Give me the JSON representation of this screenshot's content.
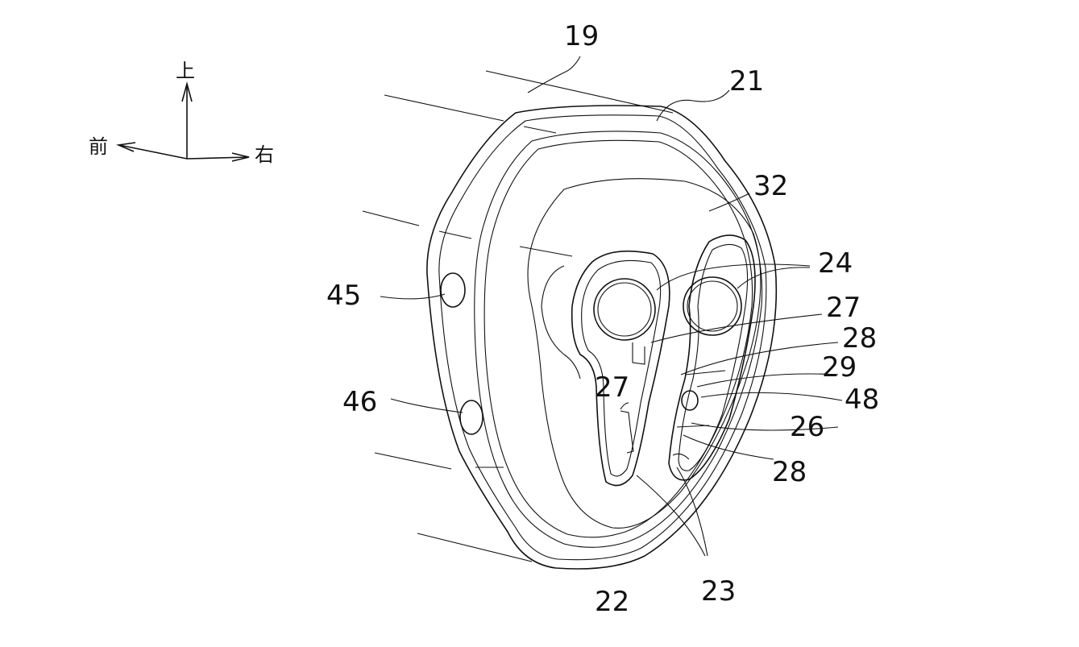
{
  "orientation": {
    "up": "上",
    "front": "前",
    "right": "右"
  },
  "reference_numerals": {
    "n19": "19",
    "n21": "21",
    "n32": "32",
    "n24": "24",
    "n27a": "27",
    "n28a": "28",
    "n29": "29",
    "n48": "48",
    "n26": "26",
    "n28b": "28",
    "n45": "45",
    "n46": "46",
    "n27b": "27",
    "n22": "22",
    "n23": "23"
  }
}
